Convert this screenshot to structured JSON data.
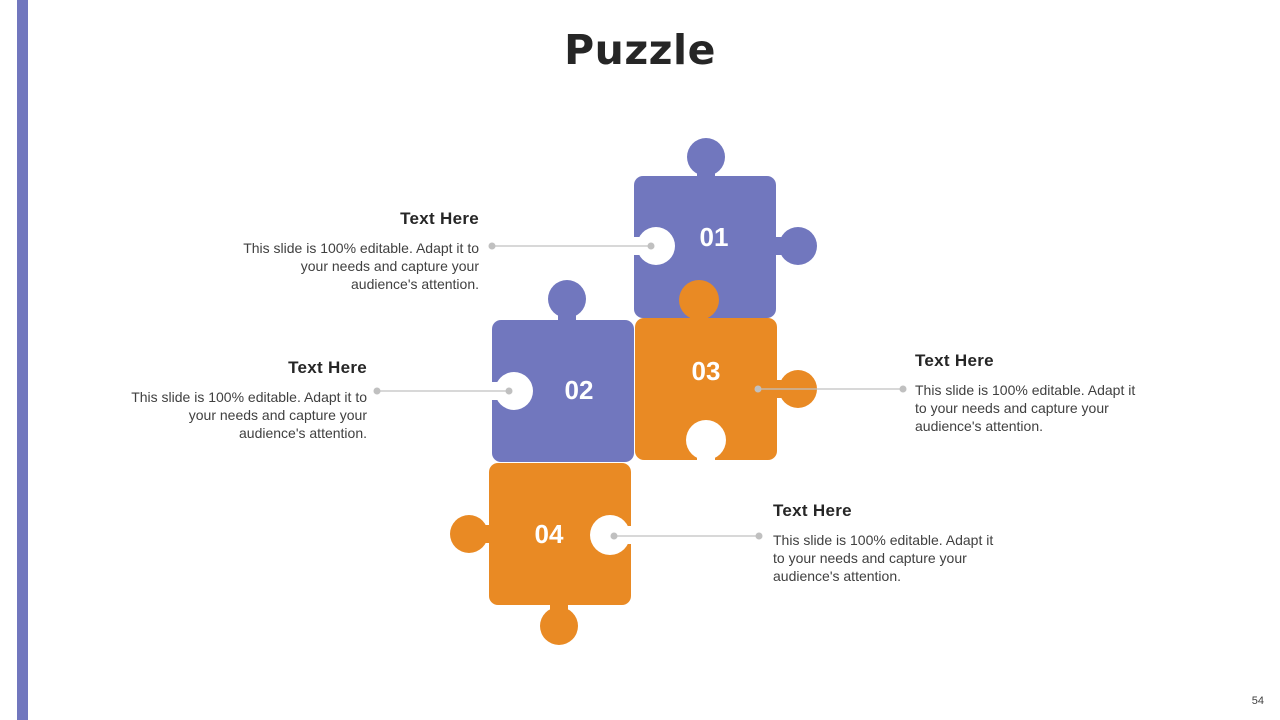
{
  "slide": {
    "title": "Puzzle",
    "page_number": "54"
  },
  "colors": {
    "accent_purple": "#7177be",
    "accent_orange": "#e98a24",
    "connector": "#c0c0c0"
  },
  "pieces": [
    {
      "number": "01",
      "color": "purple"
    },
    {
      "number": "02",
      "color": "purple"
    },
    {
      "number": "03",
      "color": "orange"
    },
    {
      "number": "04",
      "color": "orange"
    }
  ],
  "callouts": [
    {
      "heading": "Text Here",
      "body": "This slide is 100% editable. Adapt it to your needs and capture your audience's attention."
    },
    {
      "heading": "Text Here",
      "body": "This slide is 100% editable. Adapt it to your needs and capture your audience's attention."
    },
    {
      "heading": "Text Here",
      "body": "This slide is 100% editable. Adapt it to your needs and capture your audience's attention."
    },
    {
      "heading": "Text Here",
      "body": "This slide is 100% editable. Adapt it to your needs and capture your audience's attention."
    }
  ]
}
